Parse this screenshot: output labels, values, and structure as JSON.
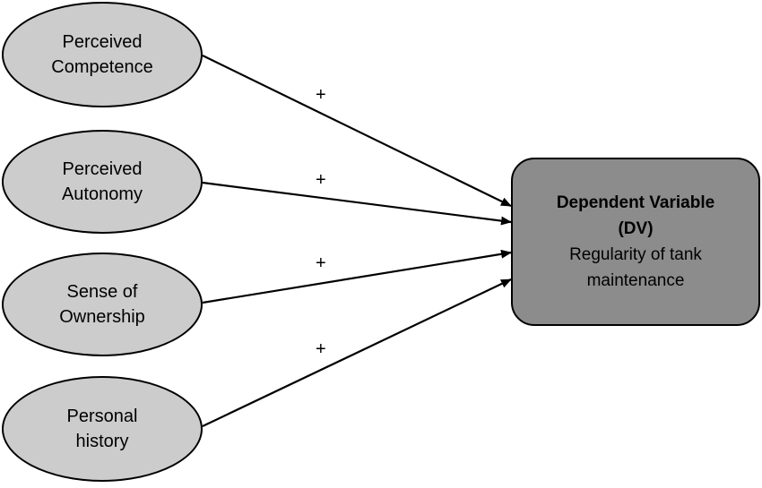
{
  "predictors": [
    {
      "line1": "Perceived",
      "line2": "Competence",
      "sign": "+"
    },
    {
      "line1": "Perceived",
      "line2": "Autonomy",
      "sign": "+"
    },
    {
      "line1": "Sense of",
      "line2": "Ownership",
      "sign": "+"
    },
    {
      "line1": "Personal",
      "line2": "history",
      "sign": "+"
    }
  ],
  "dependent": {
    "title_line1": "Dependent Variable",
    "title_line2": "(DV)",
    "desc_line1": "Regularity of tank",
    "desc_line2": "maintenance"
  },
  "colors": {
    "predictor_fill": "#cccccc",
    "dependent_fill": "#8c8c8c",
    "stroke": "#000000"
  }
}
